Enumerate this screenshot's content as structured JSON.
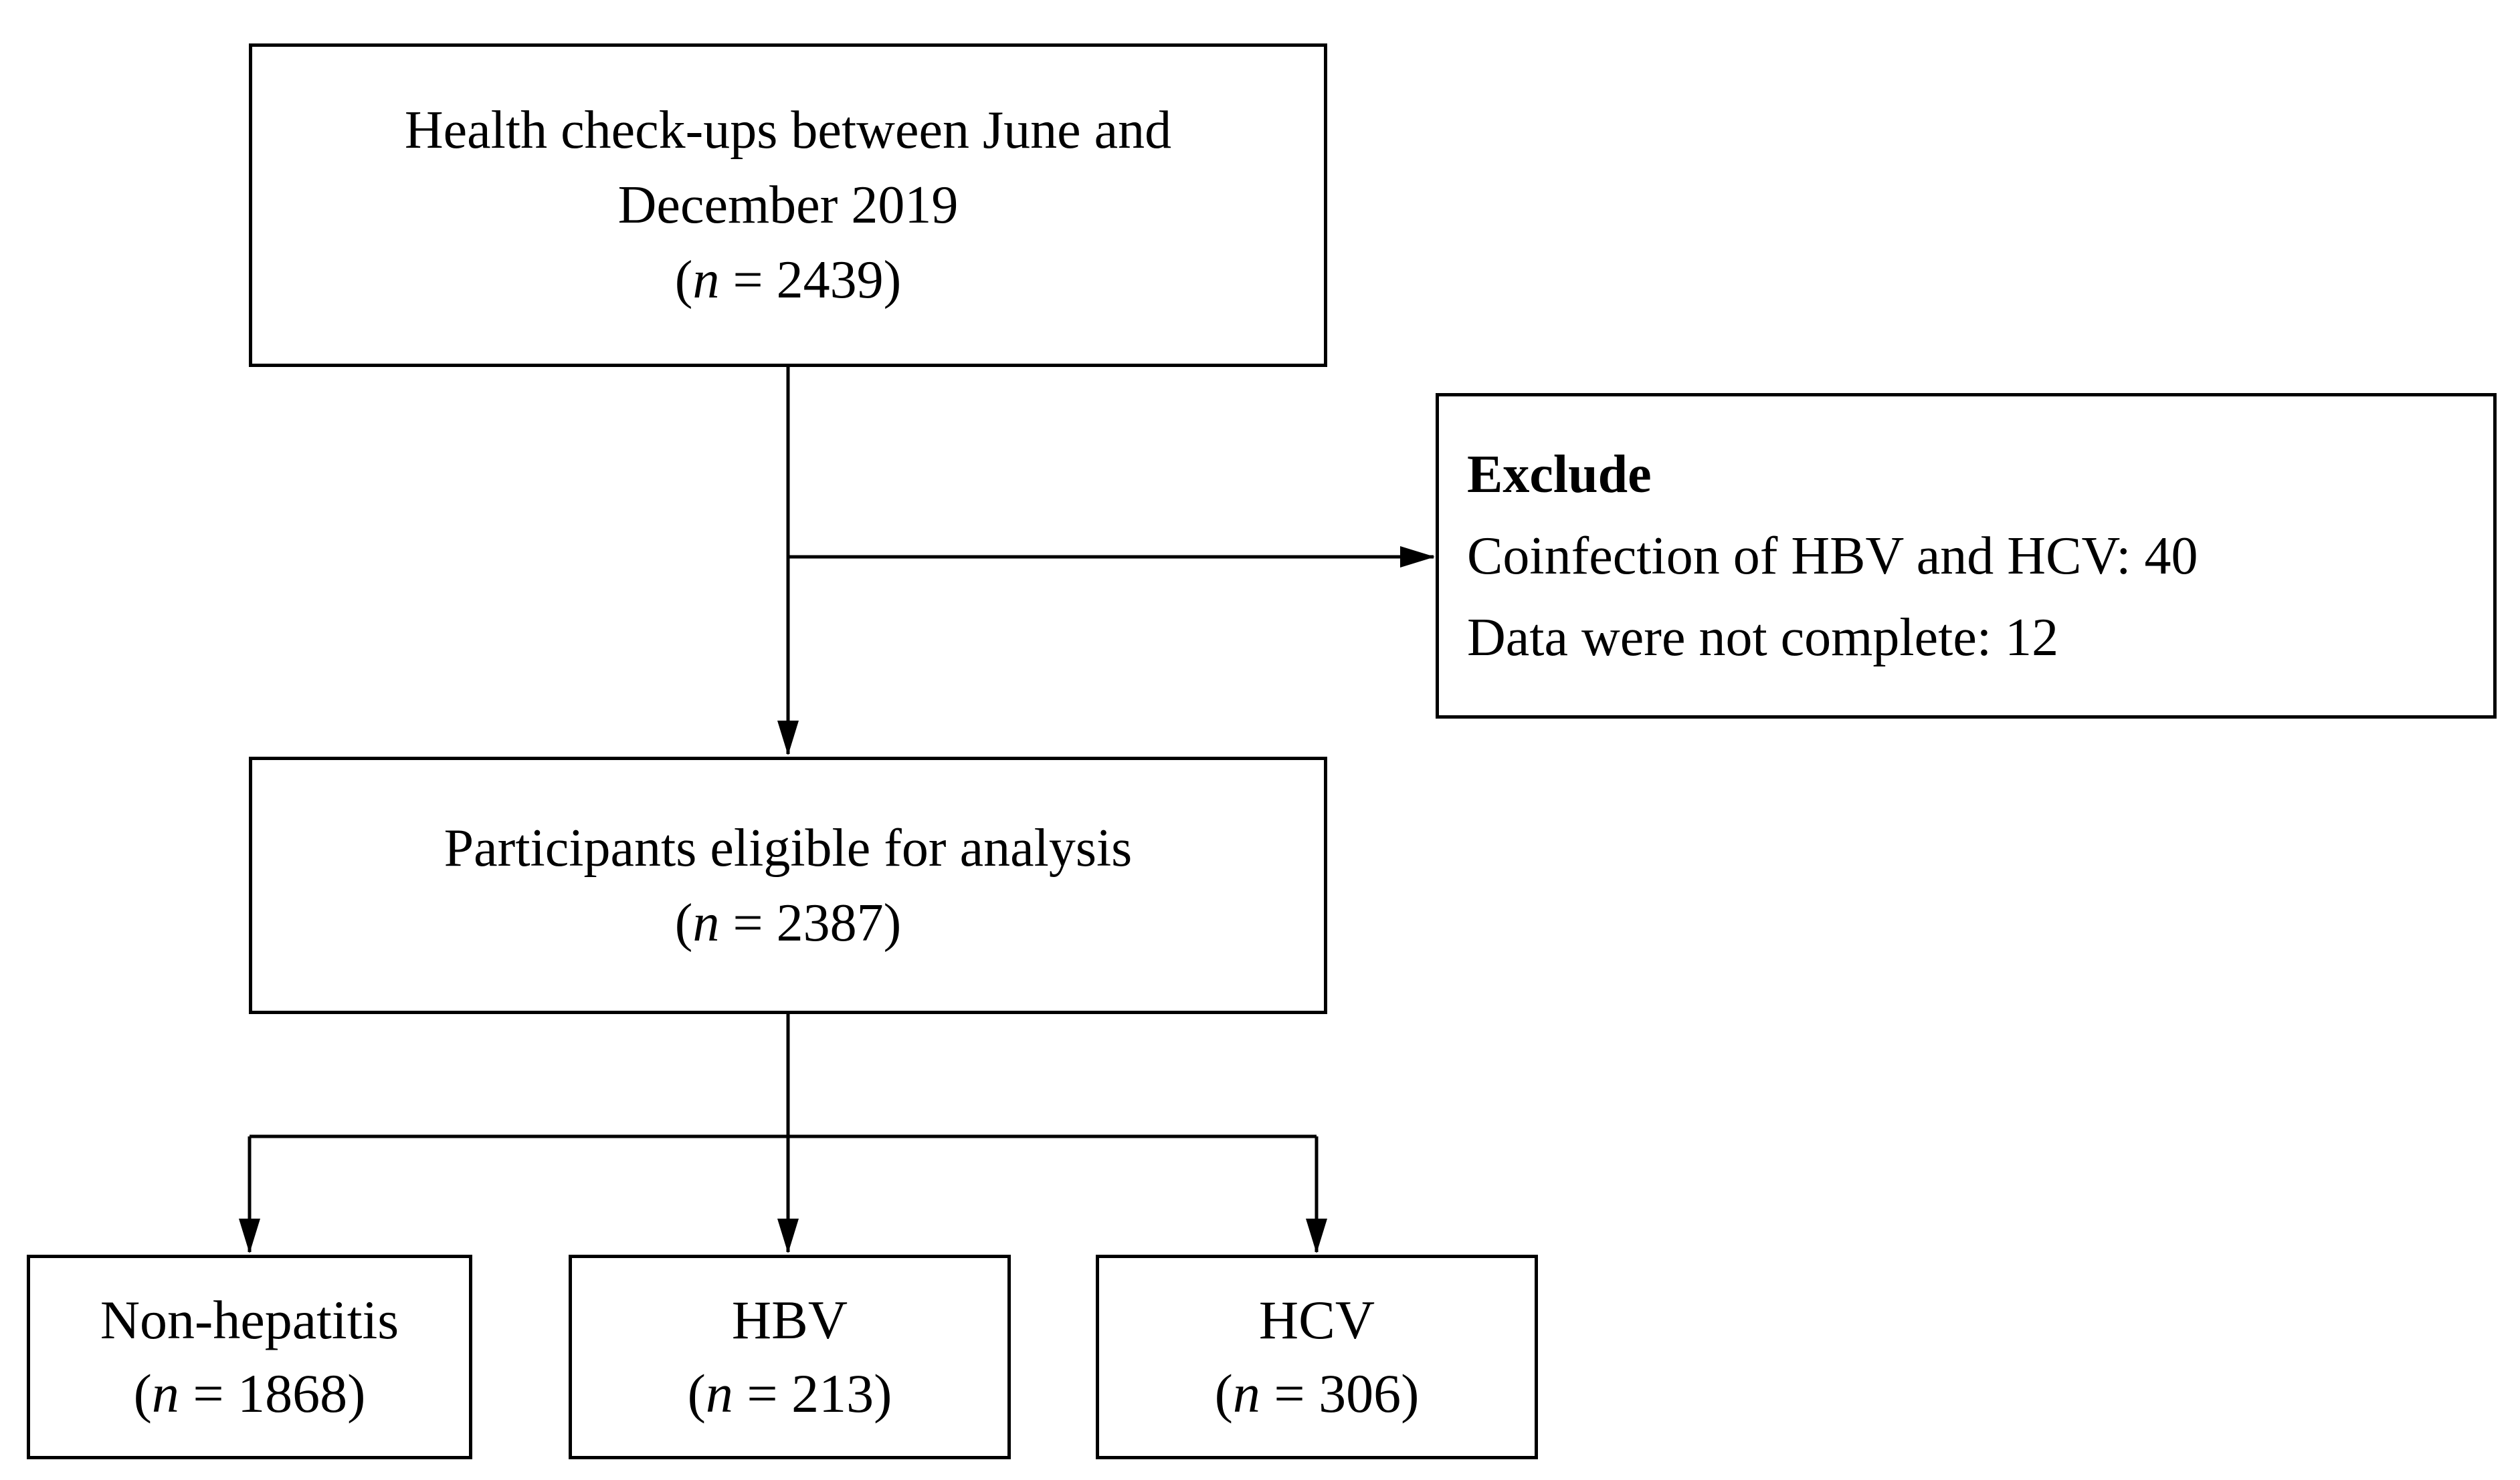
{
  "flowchart": {
    "checkups": {
      "line1": "Health check-ups between June and",
      "line2": "December 2019",
      "n_symbol": "n",
      "n_value": "2439"
    },
    "exclude": {
      "title": "Exclude",
      "items": [
        "Coinfection of HBV and HCV: 40",
        "Data were not complete: 12"
      ]
    },
    "eligible": {
      "line1": "Participants eligible for analysis",
      "n_symbol": "n",
      "n_value": "2387"
    },
    "groups": [
      {
        "label": "Non-hepatitis",
        "n_symbol": "n",
        "n_value": "1868"
      },
      {
        "label": "HBV",
        "n_symbol": "n",
        "n_value": "213"
      },
      {
        "label": "HCV",
        "n_symbol": "n",
        "n_value": "306"
      }
    ]
  },
  "colors": {
    "line": "#000000",
    "background": "#ffffff",
    "text": "#000000"
  }
}
